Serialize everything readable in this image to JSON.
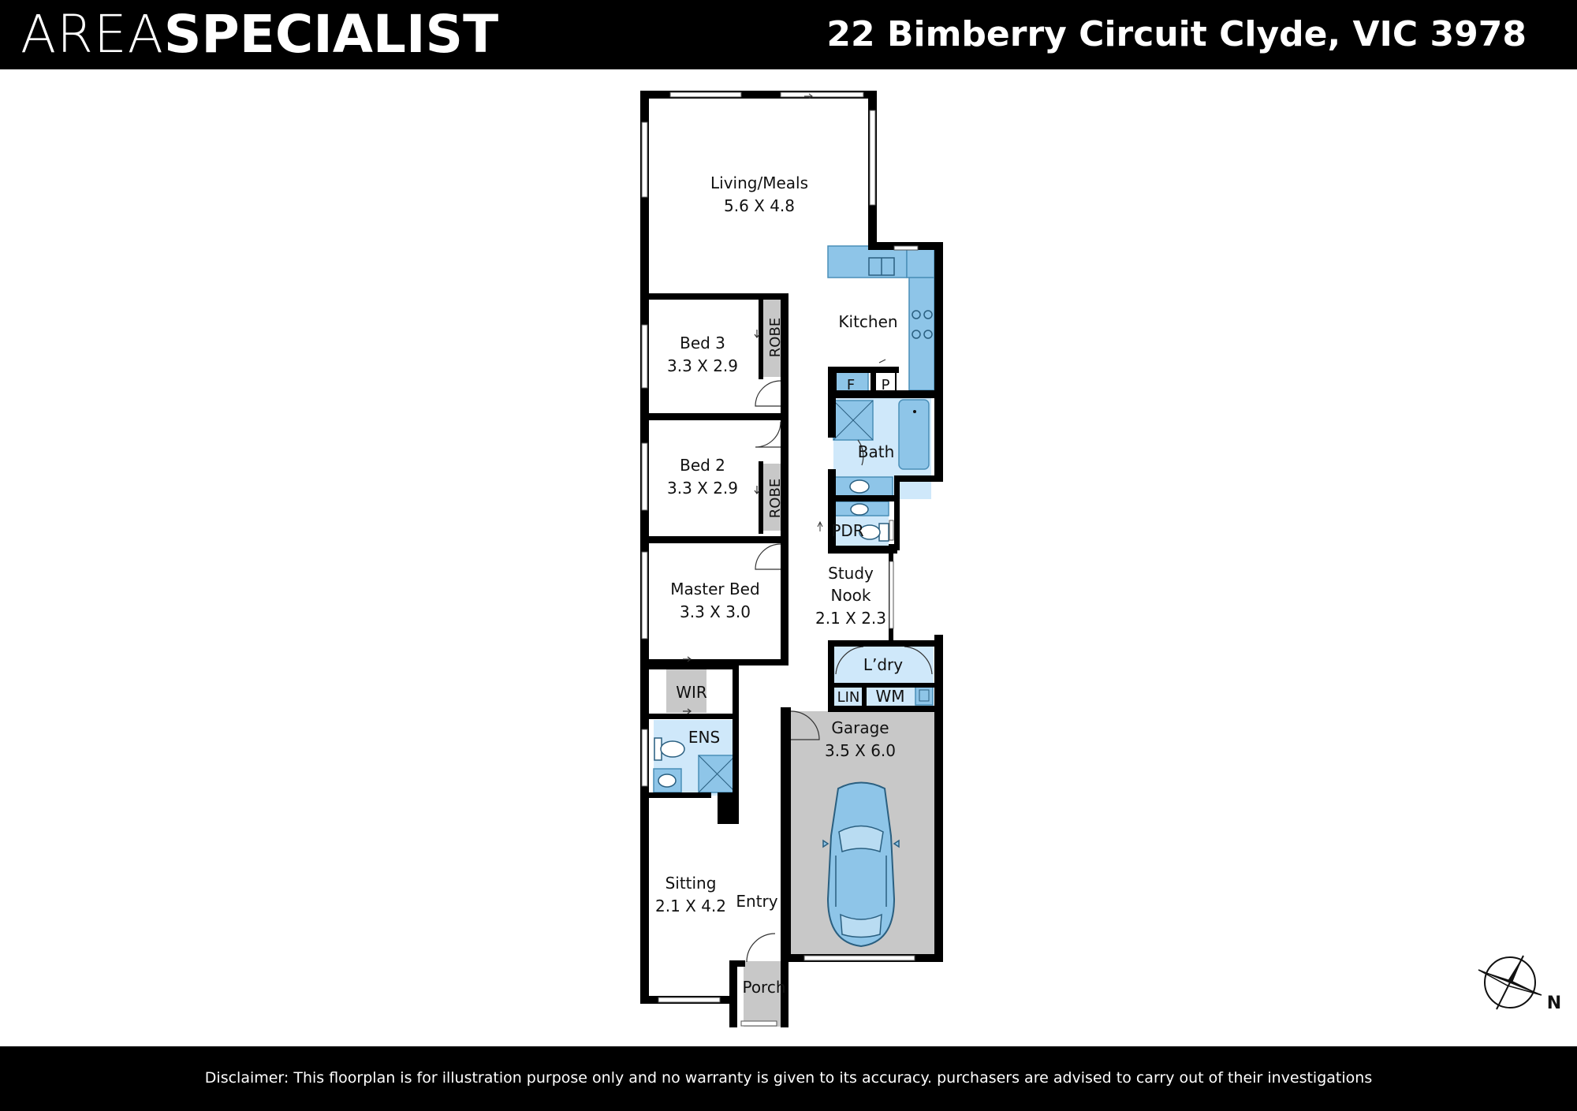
{
  "header": {
    "brand_light": "AREA",
    "brand_bold": "SPECIALIST",
    "address": "22 Bimberry Circuit Clyde, VIC 3978"
  },
  "rooms": {
    "living": {
      "name": "Living/Meals",
      "size": "5.6 X 4.8"
    },
    "kitchen": {
      "name": "Kitchen"
    },
    "bed3": {
      "name": "Bed 3",
      "size": "3.3 X 2.9"
    },
    "bed2": {
      "name": "Bed 2",
      "size": "3.3 X 2.9"
    },
    "master": {
      "name": "Master Bed",
      "size": "3.3 X 3.0"
    },
    "robe1": {
      "name": "ROBE"
    },
    "robe2": {
      "name": "ROBE"
    },
    "fridge": {
      "name": "F"
    },
    "pantry": {
      "name": "P"
    },
    "bath": {
      "name": "Bath"
    },
    "pdr": {
      "name": "PDR"
    },
    "study": {
      "name_line1": "Study",
      "name_line2": "Nook",
      "size": "2.1 X 2.3"
    },
    "laundry": {
      "name": "L’dry"
    },
    "lin": {
      "name": "LIN"
    },
    "wm": {
      "name": "WM"
    },
    "wir": {
      "name": "WIR"
    },
    "ens": {
      "name": "ENS"
    },
    "garage": {
      "name": "Garage",
      "size": "3.5 X 6.0"
    },
    "sitting": {
      "name": "Sitting",
      "size": "2.1 X 4.2"
    },
    "entry": {
      "name": "Entry"
    },
    "porch": {
      "name": "Porch"
    }
  },
  "compass": {
    "label": "N"
  },
  "colors": {
    "wet_area": "#cfe8fa",
    "fixture": "#8ec5e8",
    "storage": "#c8c8c8",
    "wall": "#000000"
  },
  "footer": {
    "disclaimer": "Disclaimer: This floorplan is for illustration purpose only and no warranty is given to its accuracy. purchasers are advised to carry out of their investigations"
  }
}
